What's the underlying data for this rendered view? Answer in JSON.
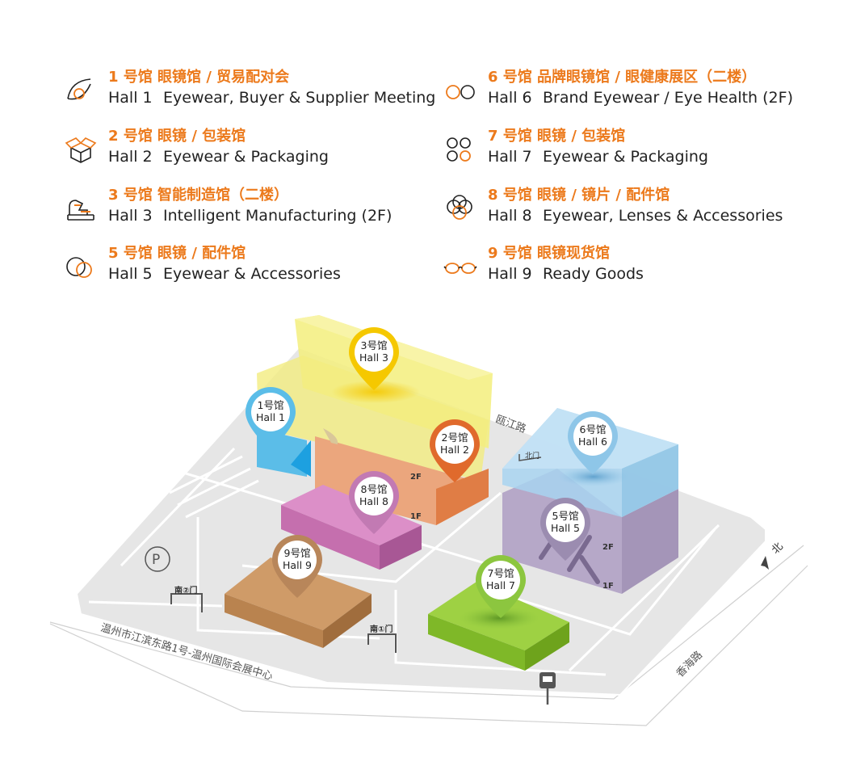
{
  "legend": [
    {
      "cn": "1 号馆  眼镜馆 / 贸易配对会",
      "hall": "Hall 1",
      "en": "Eyewear, Buyer & Supplier Meeting",
      "icon": "eye-lens-icon"
    },
    {
      "cn": "2 号馆  眼镜 / 包装馆",
      "hall": "Hall 2",
      "en": "Eyewear & Packaging",
      "icon": "open-box-icon"
    },
    {
      "cn": "3 号馆  智能制造馆（二楼）",
      "hall": "Hall 3",
      "en": "Intelligent Manufacturing (2F)",
      "icon": "machine-icon"
    },
    {
      "cn": "5 号馆  眼镜 / 配件馆",
      "hall": "Hall 5",
      "en": "Eyewear & Accessories",
      "icon": "two-lenses-icon"
    },
    {
      "cn": "6 号馆  品牌眼镜馆 / 眼健康展区（二楼）",
      "hall": "Hall 6",
      "en": "Brand Eyewear / Eye Health (2F)",
      "icon": "glasses-icon"
    },
    {
      "cn": "7 号馆  眼镜 / 包装馆",
      "hall": "Hall 7",
      "en": "Eyewear & Packaging",
      "icon": "four-circles-icon"
    },
    {
      "cn": "8 号馆  眼镜 / 镜片 / 配件馆",
      "hall": "Hall 8",
      "en": "Eyewear, Lenses & Accessories",
      "icon": "stacked-lenses-icon"
    },
    {
      "cn": "9 号馆  眼镜现货馆",
      "hall": "Hall 9",
      "en": "Ready Goods",
      "icon": "spectacles-icon"
    }
  ],
  "pins": {
    "hall1": {
      "cn": "1号馆",
      "en": "Hall 1",
      "color": "#5bbde8"
    },
    "hall2": {
      "cn": "2号馆",
      "en": "Hall 2",
      "color": "#e06a2c"
    },
    "hall3": {
      "cn": "3号馆",
      "en": "Hall 3",
      "color": "#f5c800"
    },
    "hall5": {
      "cn": "5号馆",
      "en": "Hall 5",
      "color": "#9b8cb0"
    },
    "hall6": {
      "cn": "6号馆",
      "en": "Hall 6",
      "color": "#8ec6e8"
    },
    "hall7": {
      "cn": "7号馆",
      "en": "Hall 7",
      "color": "#8cc63f"
    },
    "hall8": {
      "cn": "8号馆",
      "en": "Hall 8",
      "color": "#c27ab3"
    },
    "hall9": {
      "cn": "9号馆",
      "en": "Hall 9",
      "color": "#b8865a"
    }
  },
  "roads": {
    "ou_jiang": "瓯江路",
    "main_address": "温州市江滨东路1号-温州国际会展中心",
    "xiang_hai": "香海路"
  },
  "gates": {
    "south2": "南②门",
    "south1": "南①门",
    "north": "北门"
  },
  "floors": {
    "f2": "2F",
    "f1": "1F"
  },
  "parking": "P",
  "compass": "北",
  "colors": {
    "accent": "#ec7a1c",
    "text": "#222222",
    "ground": "#e6e6e6"
  }
}
